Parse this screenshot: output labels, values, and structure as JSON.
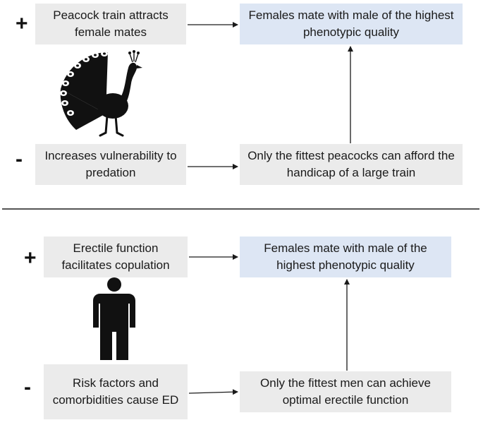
{
  "panel_peacock": {
    "plus_sign": "+",
    "minus_sign": "-",
    "benefit_text": "Peacock train attracts female mates",
    "cost_text": "Increases vulnerability to predation",
    "outcome_text": "Females mate with male of the highest phenotypic quality",
    "handicap_text": "Only the fittest peacocks can afford the handicap of a large train",
    "icon": "peacock-icon"
  },
  "panel_human": {
    "plus_sign": "+",
    "minus_sign": "-",
    "benefit_text": "Erectile function facilitates copulation",
    "cost_text": "Risk factors and comorbidities cause ED",
    "outcome_text": "Females mate with male of the highest phenotypic quality",
    "handicap_text": "Only the fittest men can achieve optimal erectile function",
    "icon": "man-icon"
  },
  "colors": {
    "grey_box": "#ebebeb",
    "blue_box": "#dde6f4",
    "arrow": "#1a1a1a",
    "icon": "#111111"
  }
}
